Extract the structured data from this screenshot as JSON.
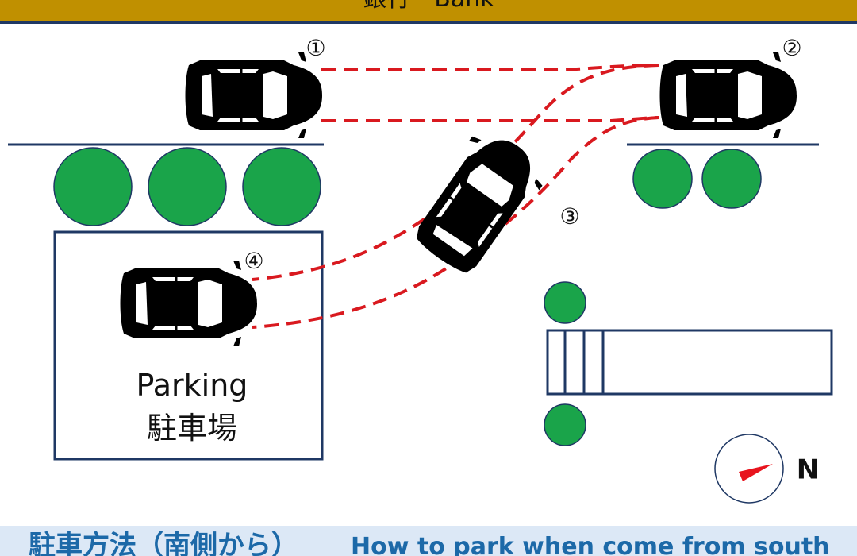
{
  "banner": {
    "text": "銀行　Bank",
    "color": "#c09000"
  },
  "steps": [
    {
      "label": "①"
    },
    {
      "label": "②"
    },
    {
      "label": "③"
    },
    {
      "label": "④"
    }
  ],
  "parking": {
    "label_en": "Parking",
    "label_jp": "駐車場"
  },
  "compass": {
    "label": "N",
    "needle_color": "#e8141e"
  },
  "footer": {
    "title_jp": "駐車方法（南側から）",
    "title_en": "How to park when come from south",
    "text_color": "#1c69a8",
    "bg_color": "#dce8f6"
  },
  "colors": {
    "line": "#1f3864",
    "tree": "#1aa44a",
    "path": "#d9191f",
    "car": "#000000"
  }
}
